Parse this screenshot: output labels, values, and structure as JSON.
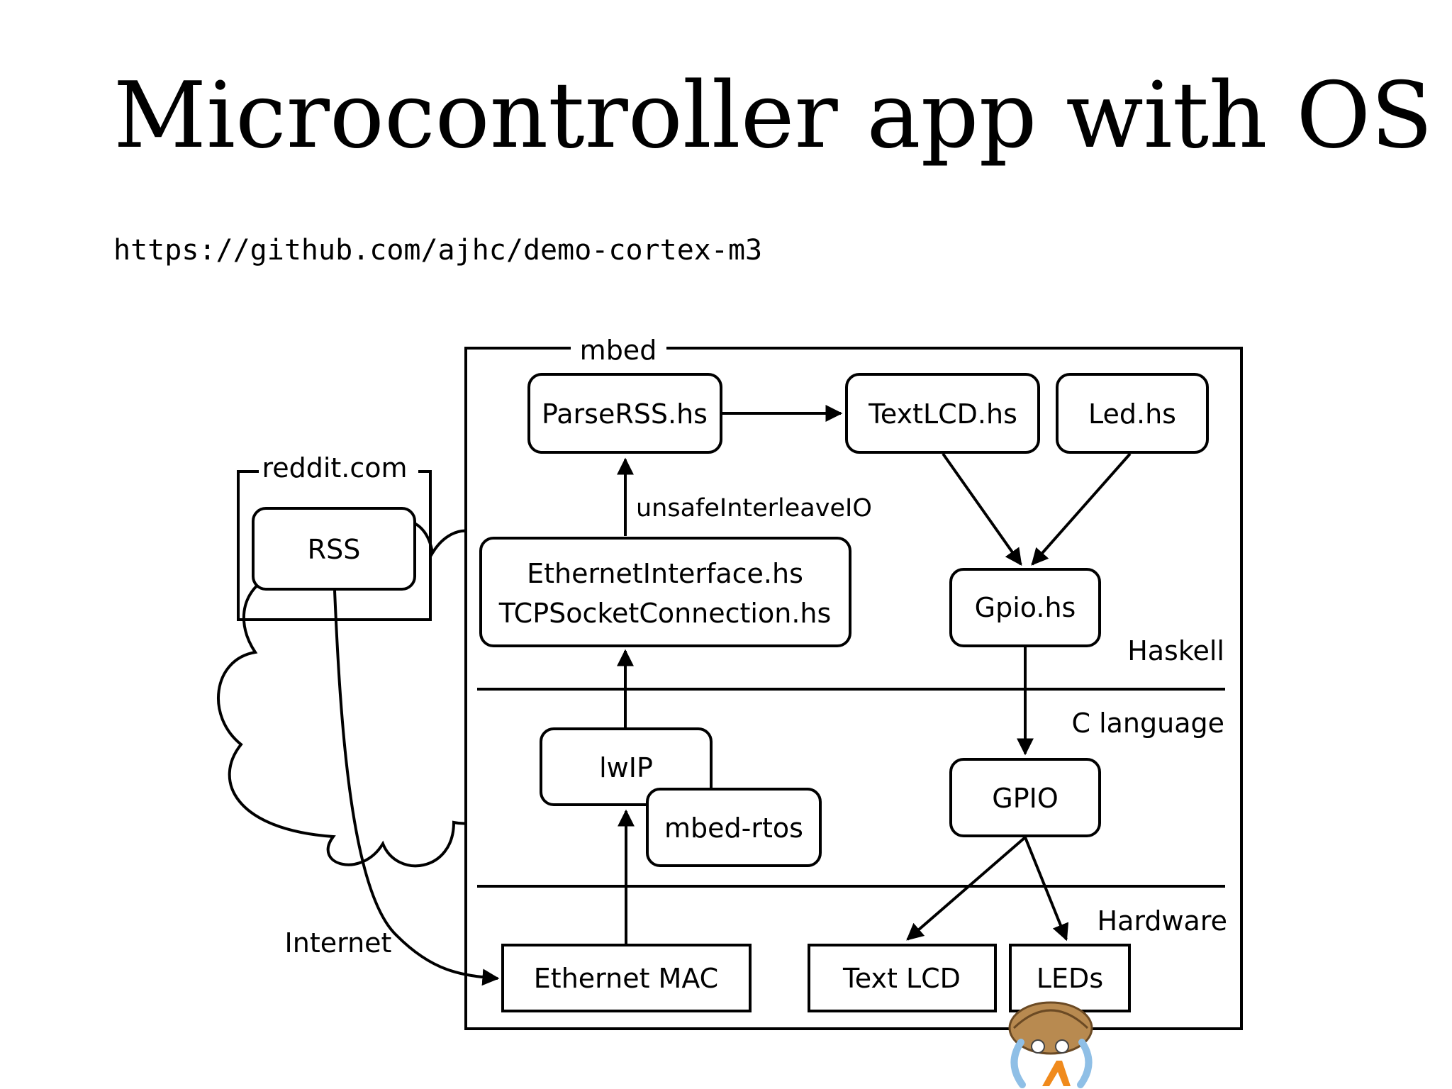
{
  "slide": {
    "title": "Microcontroller app with OS",
    "url": "https://github.com/ajhc/demo-cortex-m3"
  },
  "diagram": {
    "containers": {
      "mbed": "mbed",
      "reddit": "reddit.com",
      "internet": "Internet"
    },
    "nodes": {
      "rss": "RSS",
      "parse_rss": "ParseRSS.hs",
      "text_lcd_hs": "TextLCD.hs",
      "led_hs": "Led.hs",
      "ethernet_interface_line1": "EthernetInterface.hs",
      "ethernet_interface_line2": "TCPSocketConnection.hs",
      "gpio_hs": "Gpio.hs",
      "lwip": "lwIP",
      "mbed_rtos": "mbed-rtos",
      "gpio_c": "GPIO",
      "ethernet_mac": "Ethernet MAC",
      "text_lcd": "Text LCD",
      "leds": "LEDs"
    },
    "edge_labels": {
      "unsafe_interleave": "unsafeInterleaveIO"
    },
    "layers": {
      "haskell": "Haskell",
      "c_language": "C language",
      "hardware": "Hardware"
    }
  },
  "icons": {
    "mascot": "ajhc-hermit-crab-icon"
  }
}
